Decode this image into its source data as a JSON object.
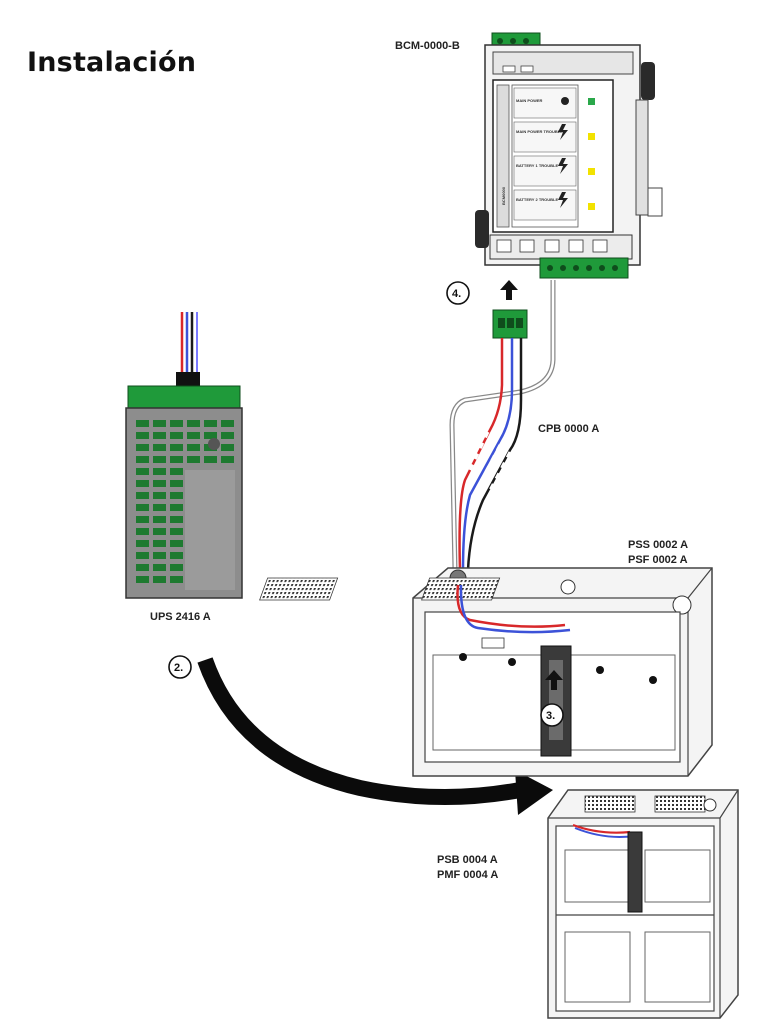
{
  "title": "Instalación",
  "labels": {
    "bcm": "BCM-0000-B",
    "cpb": "CPB 0000 A",
    "ups": "UPS 2416 A",
    "pss": "PSS 0002 A",
    "psf": "PSF 0002 A",
    "psb": "PSB 0004 A",
    "pmf": "PMF 0004 A"
  },
  "steps": {
    "s2": "2.",
    "s3": "3.",
    "s4": "4."
  },
  "bcm_panel": {
    "side_label": "BCM0000",
    "rows": [
      "MAIN POWER",
      "MAIN POWER TROUBLE",
      "BATTERY 1 TROUBLE",
      "BATTERY 2 TROUBLE"
    ]
  },
  "colors": {
    "connector_green": "#1f9a3a",
    "led_green": "#2aa84a",
    "led_yellow": "#f2e200",
    "wire_red": "#d8282a",
    "wire_blue": "#3c52d8",
    "wire_black": "#1a1a1a"
  }
}
